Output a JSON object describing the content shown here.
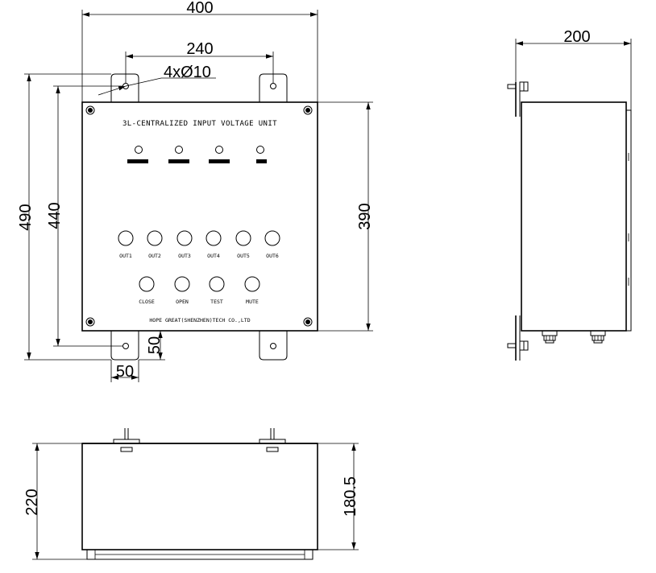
{
  "panel": {
    "title": "3L-CENTRALIZED INPUT VOLTAGE UNIT",
    "manufacturer": "HOPE GREAT(SHENZHEN)TECH CO.,LTD",
    "output_labels": [
      "OUT1",
      "OUT2",
      "OUT3",
      "OUT4",
      "OUT5",
      "OUT6"
    ],
    "control_labels": [
      "CLOSE",
      "OPEN",
      "TEST",
      "MUTE"
    ]
  },
  "dimensions": {
    "overall_width": "400",
    "mount_hole_spacing": "240",
    "mount_holes": "4xØ10",
    "overall_height": "490",
    "mount_height": "440",
    "body_height": "390",
    "tab_height": "50",
    "tab_width": "50",
    "side_depth": "200",
    "bottom_depth": "220",
    "bottom_body_depth": "180.5"
  }
}
